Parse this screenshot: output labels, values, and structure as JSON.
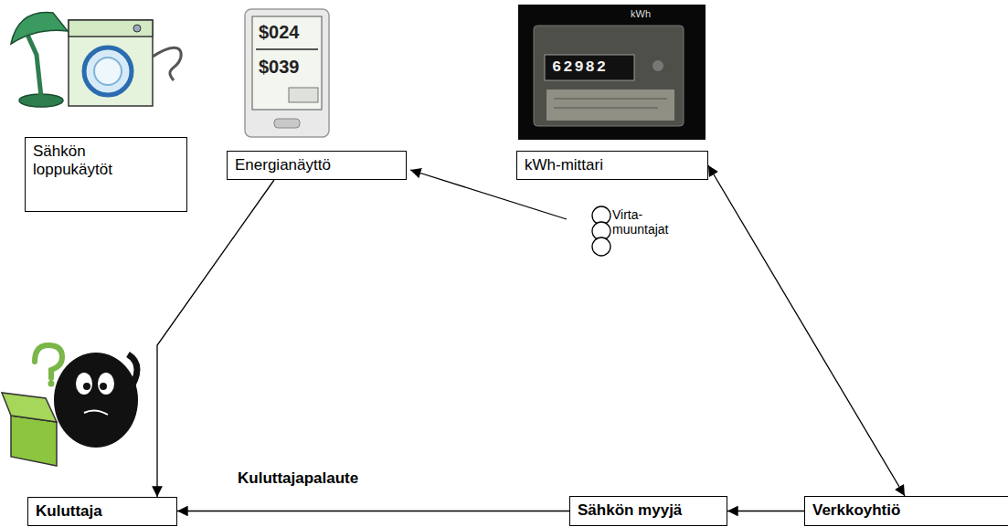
{
  "diagram": {
    "nodes": [
      {
        "text": [
          "Sähkön loppukäytöt"
        ]
      },
      {
        "text": [
          "Energianäyttö"
        ]
      },
      {
        "text": [
          "kWh-mittari"
        ]
      },
      {
        "text": [
          "Kuluttaja"
        ]
      },
      {
        "text": [
          "Sähkön myyjä"
        ]
      },
      {
        "text": [
          "Verkkoyhtiö"
        ]
      }
    ],
    "edges": [
      {
        "from": 1,
        "to": 3,
        "arrow": "to"
      },
      {
        "from": 2,
        "to": 5,
        "arrow": "both"
      },
      {
        "from": 5,
        "to": 4,
        "arrow": "to"
      },
      {
        "from": 4,
        "to": 3,
        "arrow": "to",
        "label": "Kuluttajapalaute"
      }
    ],
    "labels": [
      "$024",
      "$039",
      "kWh",
      "62982",
      "Virta- muuntajat"
    ]
  }
}
